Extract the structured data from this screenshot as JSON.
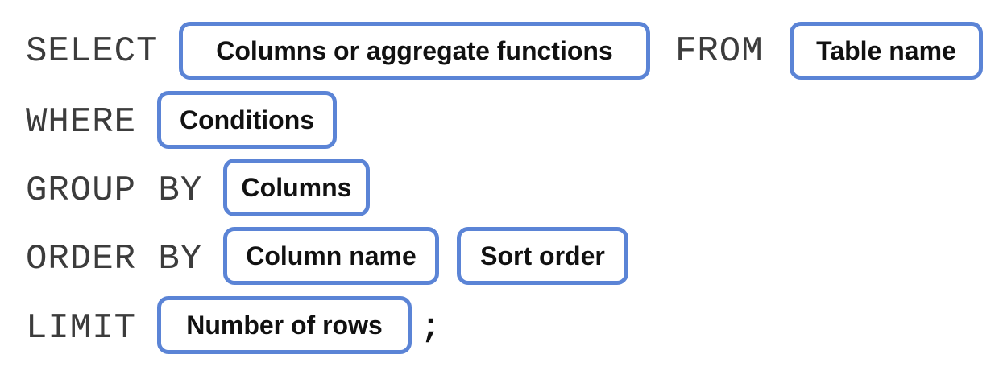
{
  "colors": {
    "box_border": "#5b84d6",
    "keyword_text": "#3c3c3c",
    "box_text": "#111111",
    "background": "#ffffff"
  },
  "clauses": {
    "select": {
      "keyword": "SELECT",
      "placeholder": "Columns or aggregate functions"
    },
    "from": {
      "keyword": "FROM",
      "placeholder": "Table name"
    },
    "where": {
      "keyword": "WHERE",
      "placeholder": "Conditions"
    },
    "group_by": {
      "keyword": "GROUP BY",
      "placeholder": "Columns"
    },
    "order_by": {
      "keyword": "ORDER BY",
      "placeholder_column": "Column name",
      "placeholder_order": "Sort order"
    },
    "limit": {
      "keyword": "LIMIT",
      "placeholder": "Number of rows",
      "terminator": ";"
    }
  }
}
